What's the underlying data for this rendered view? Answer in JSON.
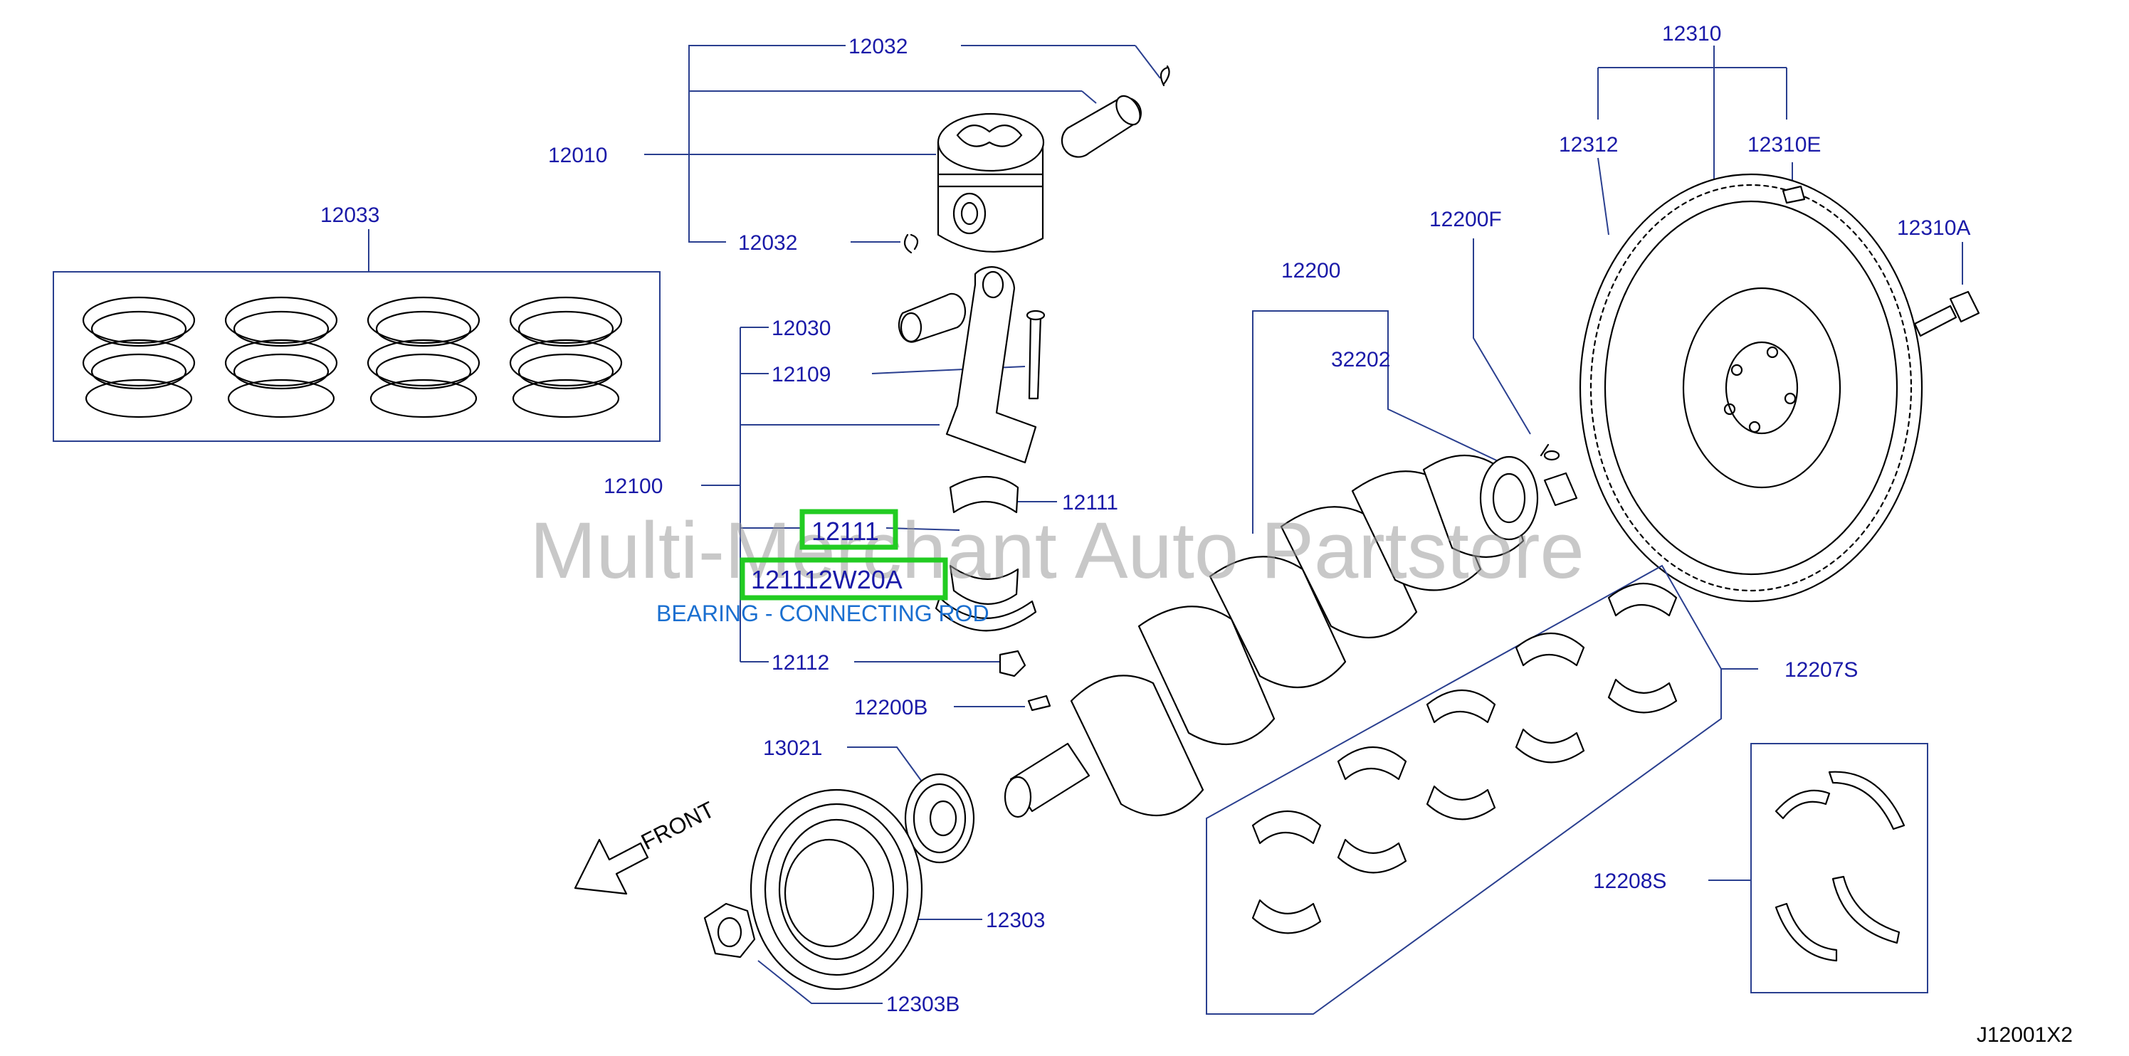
{
  "watermark": "Multi-Merchant Auto Partstore",
  "diagram_ref": "J12001X2",
  "front_label": "FRONT",
  "highlight": {
    "part_a": "12111",
    "part_b": "121112W20A",
    "description": "BEARING - CONNECTING ROD"
  },
  "callouts": {
    "p12032a": "12032",
    "p12010": "12010",
    "p12032b": "12032",
    "p12033": "12033",
    "p12030": "12030",
    "p12109": "12109",
    "p12100": "12100",
    "p12111": "12111",
    "p12112": "12112",
    "p12200b": "12200B",
    "p13021": "13021",
    "p12303": "12303",
    "p12303b": "12303B",
    "p12200": "12200",
    "p32202": "32202",
    "p12200f": "12200F",
    "p12310": "12310",
    "p12312": "12312",
    "p12310e": "12310E",
    "p12310a": "12310A",
    "p12207s": "12207S",
    "p12208s": "12208S"
  },
  "colors": {
    "label": "#1a1aa8",
    "leader": "#2a3f8f",
    "highlight": "#22cc22",
    "description": "#1a6fd0",
    "watermark": "#9a9a9a"
  }
}
